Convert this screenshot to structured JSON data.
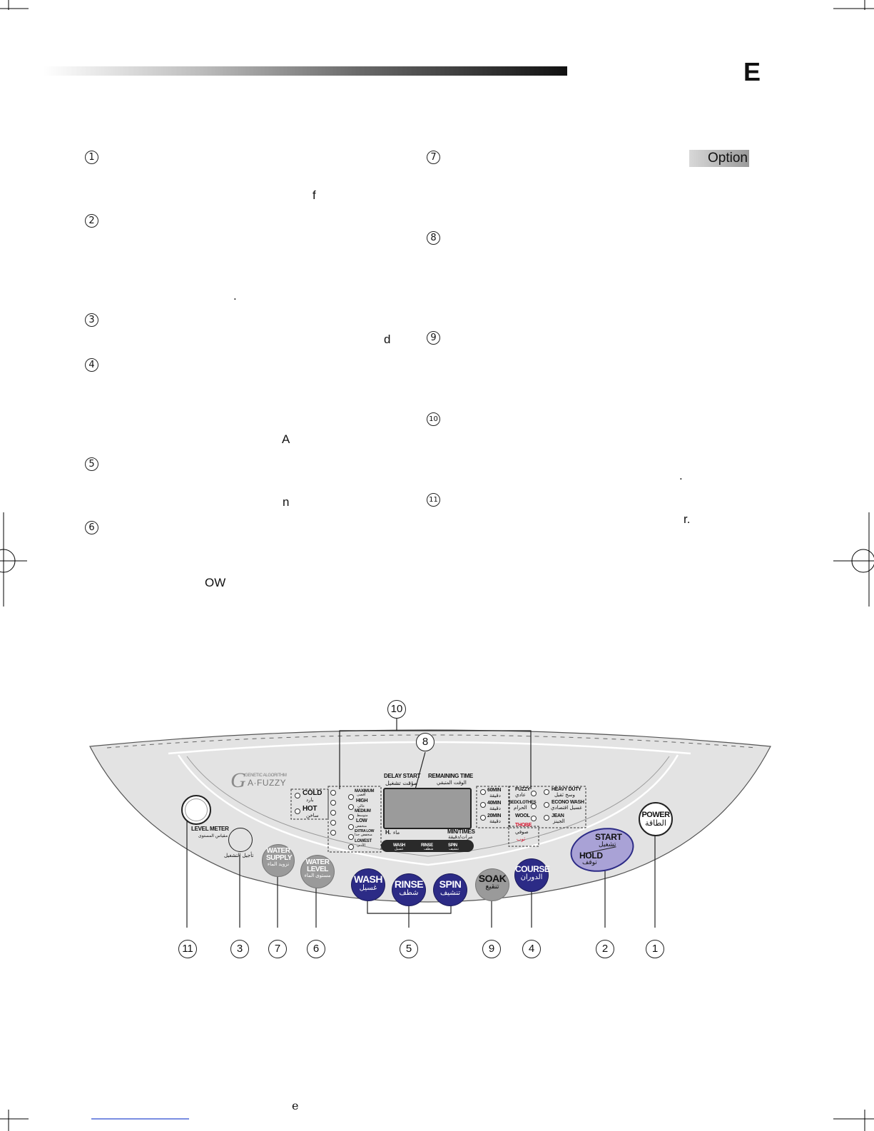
{
  "header": {
    "section_letter": "E"
  },
  "option_tag": "Option",
  "left_items": [
    {
      "num": "1",
      "fragment": "f"
    },
    {
      "num": "2",
      "fragment": "."
    },
    {
      "num": "3",
      "fragment": "d"
    },
    {
      "num": "4",
      "fragment": "A"
    },
    {
      "num": "5",
      "fragment": "n"
    },
    {
      "num": "6",
      "fragment": "OW"
    }
  ],
  "right_items": [
    {
      "num": "7",
      "fragment": ""
    },
    {
      "num": "8",
      "fragment": ""
    },
    {
      "num": "9",
      "fragment": ""
    },
    {
      "num": "10",
      "fragment": "."
    },
    {
      "num": "11",
      "fragment": "r."
    }
  ],
  "panel": {
    "brand_small": "GENETIC ALGORITHM",
    "brand": "A·FUZZY",
    "delay_start": "DELAY START",
    "delay_start_ar": "مؤقت تشغيل",
    "remaining_time": "REMAINING TIME",
    "remaining_time_ar": "الوقت المتبقي",
    "display_left": "H.",
    "display_left_ar": "ماء",
    "display_right": "MIN/TIMES",
    "display_right_ar": "مرات/دقيقة",
    "stage_bar": [
      {
        "label": "WASH",
        "ar": "غسيل"
      },
      {
        "label": "RINSE",
        "ar": "شطف"
      },
      {
        "label": "SPIN",
        "ar": "تنشيف"
      }
    ],
    "temp": [
      {
        "label": "COLD",
        "ar": "بارد"
      },
      {
        "label": "HOT",
        "ar": "ساخن"
      }
    ],
    "levels": [
      {
        "label": "MAXIMUM",
        "ar": "أقصى"
      },
      {
        "label": "HIGH",
        "ar": "عالي"
      },
      {
        "label": "MEDIUM",
        "ar": "متوسط"
      },
      {
        "label": "LOW",
        "ar": "منخفض"
      },
      {
        "label": "EXTRA LOW",
        "ar": "منخفض جدا"
      },
      {
        "label": "LOWEST",
        "ar": "الأدنى"
      }
    ],
    "soak_times": [
      {
        "label": "60MIN",
        "ar": "دقيقة"
      },
      {
        "label": "40MIN",
        "ar": "دقيقة"
      },
      {
        "label": "20MIN",
        "ar": "دقيقة"
      }
    ],
    "courses_left": [
      {
        "label": "FUZZY",
        "ar": "عادي"
      },
      {
        "label": "BEDCLOTHES",
        "ar": "الحرام"
      },
      {
        "label": "WOOL",
        "ar": "صوفي"
      },
      {
        "label": "THOBE",
        "ar": "ثوب"
      }
    ],
    "courses_right": [
      {
        "label": "HEAVY DUTY",
        "ar": "وسخ ثقيل"
      },
      {
        "label": "ECONO WASH",
        "ar": "غسيل اقتصادي"
      },
      {
        "label": "JEAN",
        "ar": "الجينز"
      }
    ],
    "level_meter": "LEVEL METER",
    "level_meter_ar": "مقياس المستوى",
    "delay_ar": "تأجيل التشغيل",
    "water_supply": {
      "l1": "WATER SUPPLY",
      "l2": "تزويد الماء"
    },
    "water_level": {
      "l1": "WATER LEVEL",
      "l2": "مستوى الماء"
    },
    "wash": {
      "l1": "WASH",
      "l2": "غسيل"
    },
    "rinse": {
      "l1": "RINSE",
      "l2": "شطف"
    },
    "spin": {
      "l1": "SPIN",
      "l2": "تنشيف"
    },
    "soak": {
      "l1": "SOAK",
      "l2": "تنقيع"
    },
    "course": {
      "l1": "COURSE",
      "l2": "الدوران"
    },
    "start": "START",
    "start_ar": "تشغيل",
    "hold": "HOLD",
    "hold_ar": "توقف",
    "power": "POWER",
    "power_ar": "الطاقة"
  },
  "callouts": {
    "c10": "10",
    "c8": "8",
    "c11": "11",
    "c3": "3",
    "c7": "7",
    "c6": "6",
    "c5": "5",
    "c9": "9",
    "c4": "4",
    "c2": "2",
    "c1": "1"
  },
  "footer": {
    "page_letter": "e"
  }
}
